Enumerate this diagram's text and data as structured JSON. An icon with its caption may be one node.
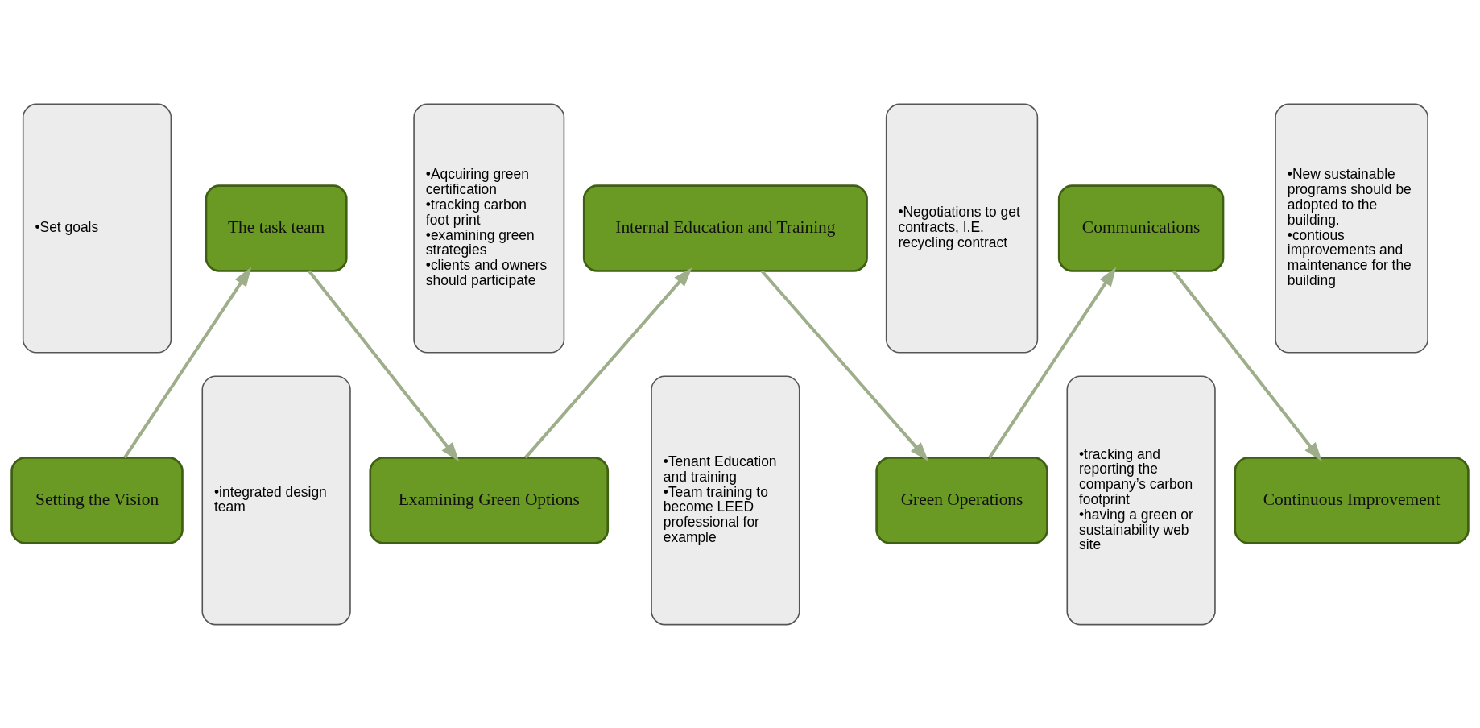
{
  "diagram": {
    "nodes": [
      {
        "text": [
          "Setting the Vision"
        ]
      },
      {
        "text": [
          "•Set goals"
        ]
      },
      {
        "text": [
          "The task team"
        ]
      },
      {
        "text": [
          "•integrated design team"
        ]
      },
      {
        "text": [
          "Examining Green Options"
        ]
      },
      {
        "text": [
          "•Aqcuiring green certification",
          "•tracking carbon foot print",
          "•examining green strategies",
          "•clients and owners should participate"
        ]
      },
      {
        "text": [
          "Internal Education and Training"
        ]
      },
      {
        "text": [
          "•Tenant Education and training",
          "•Team training to become LEED professional for example"
        ]
      },
      {
        "text": [
          "Green Operations"
        ]
      },
      {
        "text": [
          "•Negotiations to get contracts, I.E. recycling contract"
        ]
      },
      {
        "text": [
          "Communications"
        ]
      },
      {
        "text": [
          "•tracking and reporting the company’s carbon footprint",
          "•having a green or sustainability web site"
        ]
      },
      {
        "text": [
          "Continuous Improvement"
        ]
      },
      {
        "text": [
          "•New sustainable programs should be adopted to the building.",
          "•contious improvements and maintenance for the building"
        ]
      }
    ],
    "edges": [
      {
        "from": 0,
        "to": 2,
        "arrow": "to"
      },
      {
        "from": 2,
        "to": 4,
        "arrow": "to"
      },
      {
        "from": 4,
        "to": 6,
        "arrow": "to"
      },
      {
        "from": 6,
        "to": 8,
        "arrow": "to"
      },
      {
        "from": 8,
        "to": 10,
        "arrow": "to"
      },
      {
        "from": 10,
        "to": 12,
        "arrow": "to"
      }
    ]
  }
}
